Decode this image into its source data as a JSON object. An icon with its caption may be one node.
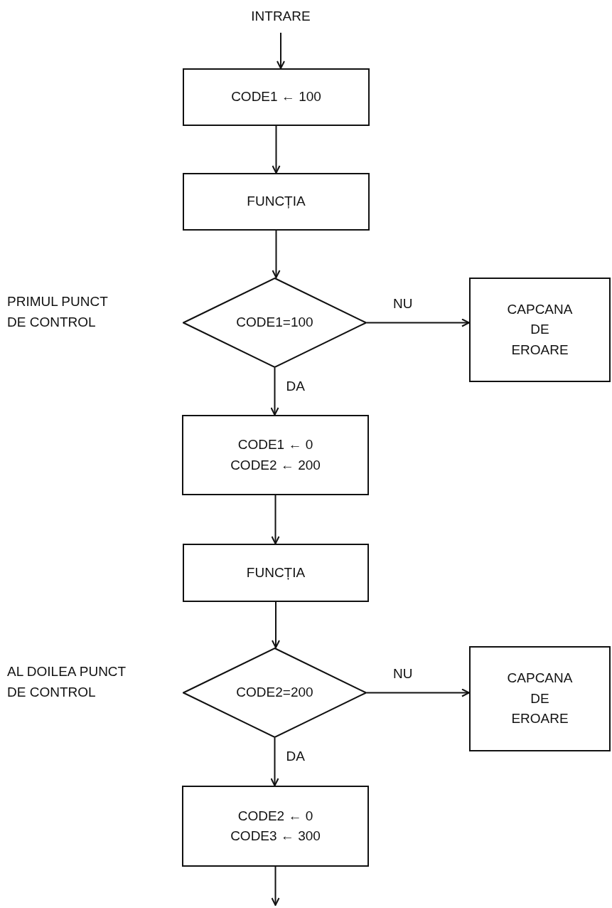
{
  "diagram": {
    "nodes": [
      {
        "text": [
          "INTRARE"
        ]
      },
      {
        "text": [
          "CODE1 ← 100"
        ]
      },
      {
        "text": [
          "FUNCȚIA"
        ]
      },
      {
        "text": [
          "CODE1=100"
        ]
      },
      {
        "text": [
          "CAPCANA DE EROARE"
        ]
      },
      {
        "text": [
          "CODE1 ← 0",
          "CODE2 ← 200"
        ]
      },
      {
        "text": [
          "FUNCȚIA"
        ]
      },
      {
        "text": [
          "CODE2=200"
        ]
      },
      {
        "text": [
          "CAPCANA DE EROARE"
        ]
      },
      {
        "text": [
          "CODE2 ← 0",
          "CODE3 ← 300"
        ]
      }
    ],
    "edges": [
      {
        "from": 0,
        "to": 1,
        "arrow": "to"
      },
      {
        "from": 1,
        "to": 2,
        "arrow": "to"
      },
      {
        "from": 2,
        "to": 3,
        "arrow": "to"
      },
      {
        "from": 3,
        "to": 4,
        "arrow": "to",
        "label": "NU"
      },
      {
        "from": 3,
        "to": 5,
        "arrow": "to",
        "label": "DA"
      },
      {
        "from": 5,
        "to": 6,
        "arrow": "to"
      },
      {
        "from": 6,
        "to": 7,
        "arrow": "to"
      },
      {
        "from": 7,
        "to": 8,
        "arrow": "to",
        "label": "NU"
      },
      {
        "from": 7,
        "to": 9,
        "arrow": "to",
        "label": "DA"
      },
      {
        "from": 9,
        "to": null,
        "arrow": "to"
      }
    ],
    "labels": [
      "PRIMUL PUNCT DE CONTROL",
      "AL DOILEA PUNCT DE CONTROL"
    ]
  }
}
